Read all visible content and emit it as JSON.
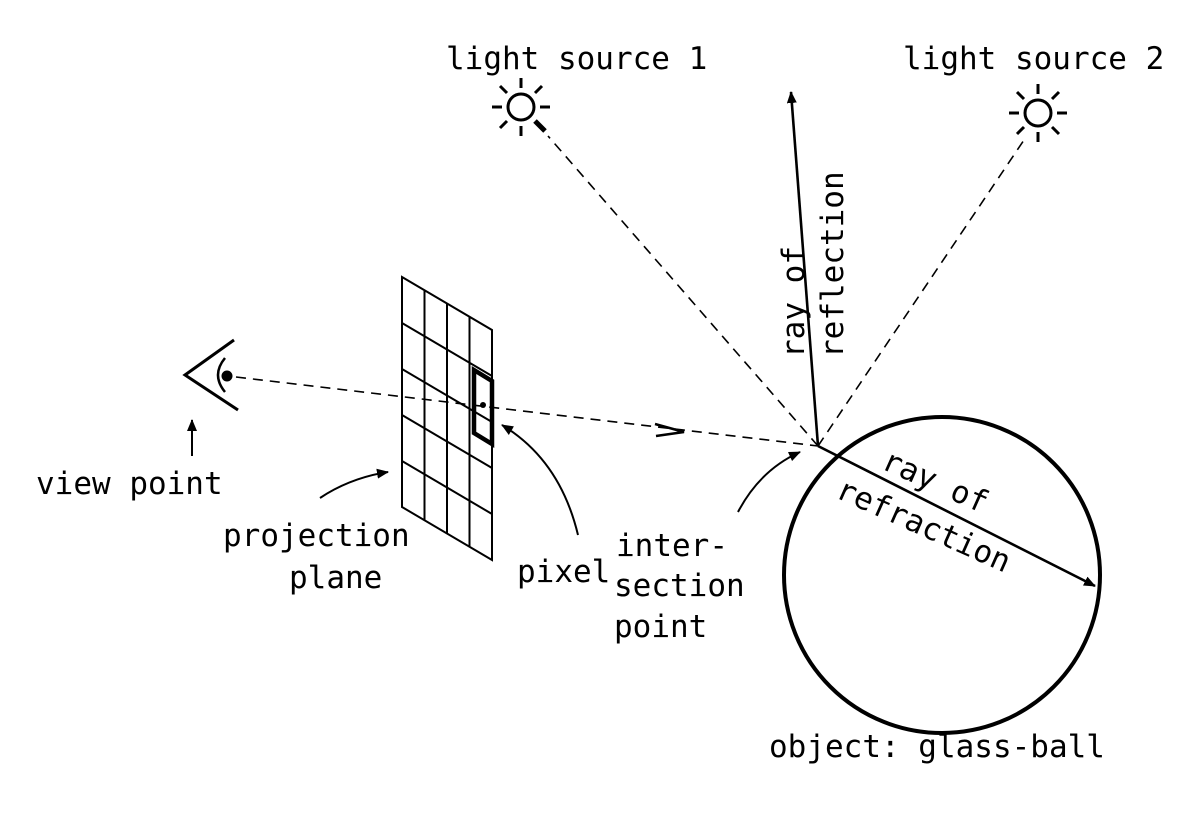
{
  "labels": {
    "light_source_1": "light source 1",
    "light_source_2": "light source 2",
    "ray_of_reflection_1": "ray of",
    "ray_of_reflection_2": "reflection",
    "view_point": "view point",
    "projection_plane_1": "projection",
    "projection_plane_2": "plane",
    "pixel": "pixel",
    "intersection_point_1": "inter-",
    "intersection_point_2": "section",
    "intersection_point_3": "point",
    "ray_of_refraction_1": "ray of",
    "ray_of_refraction_2": "refraction",
    "object": "object: glass-ball"
  },
  "colors": {
    "ink": "#000000",
    "background": "#ffffff"
  }
}
